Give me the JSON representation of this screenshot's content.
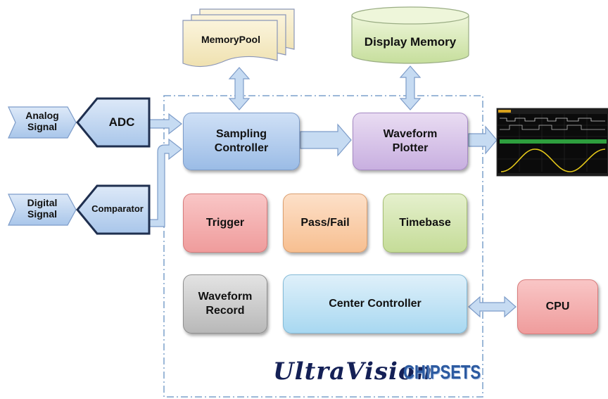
{
  "blocks": {
    "analog_signal": "Analog\nSignal",
    "digital_signal": "Digital\nSignal",
    "adc": "ADC",
    "comparator": "Comparator",
    "memory_pool": "MemoryPool",
    "display_memory": "Display Memory",
    "sampling_controller": "Sampling\nController",
    "waveform_plotter": "Waveform\nPlotter",
    "trigger": "Trigger",
    "pass_fail": "Pass/Fail",
    "timebase": "Timebase",
    "waveform_record": "Waveform\nRecord",
    "center_controller": "Center Controller",
    "cpu": "CPU"
  },
  "branding": {
    "ultravision": "UltraVision",
    "chipsets": "CHIPSETS"
  },
  "colors": {
    "chip_border": "#7ba0cc",
    "arrow_fill": "#c6dbf2",
    "arrow_stroke": "#7d9cc9",
    "brand_navy": "#142056",
    "brand_blue": "#2c5aa0"
  }
}
